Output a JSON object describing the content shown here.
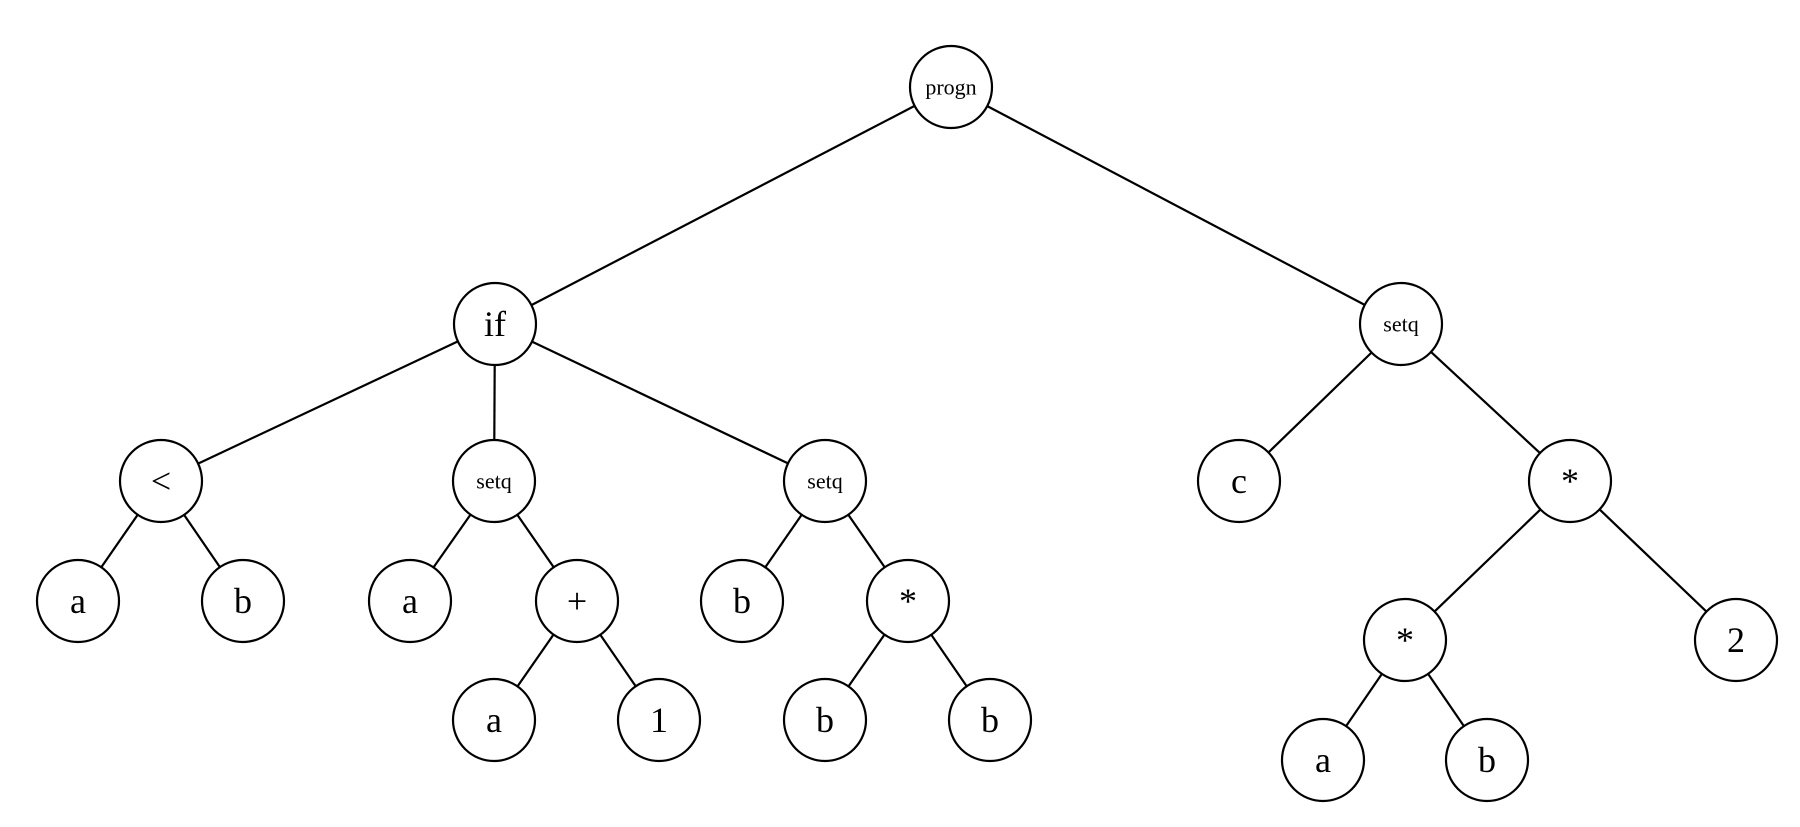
{
  "diagram": {
    "type": "expression-tree",
    "nodes": [
      {
        "id": "n0",
        "label": "progn",
        "parent": null
      },
      {
        "id": "n1",
        "label": "if",
        "parent": "n0"
      },
      {
        "id": "n2",
        "label": "setq",
        "parent": "n0"
      },
      {
        "id": "n3",
        "label": "<",
        "parent": "n1"
      },
      {
        "id": "n4",
        "label": "setq",
        "parent": "n1"
      },
      {
        "id": "n5",
        "label": "setq",
        "parent": "n1"
      },
      {
        "id": "n6",
        "label": "a",
        "parent": "n3"
      },
      {
        "id": "n7",
        "label": "b",
        "parent": "n3"
      },
      {
        "id": "n8",
        "label": "a",
        "parent": "n4"
      },
      {
        "id": "n9",
        "label": "+",
        "parent": "n4"
      },
      {
        "id": "n10",
        "label": "a",
        "parent": "n9"
      },
      {
        "id": "n11",
        "label": "1",
        "parent": "n9"
      },
      {
        "id": "n12",
        "label": "b",
        "parent": "n5"
      },
      {
        "id": "n13",
        "label": "*",
        "parent": "n5"
      },
      {
        "id": "n14",
        "label": "b",
        "parent": "n13"
      },
      {
        "id": "n15",
        "label": "b",
        "parent": "n13"
      },
      {
        "id": "n16",
        "label": "c",
        "parent": "n2"
      },
      {
        "id": "n17",
        "label": "*",
        "parent": "n2"
      },
      {
        "id": "n18",
        "label": "*",
        "parent": "n17"
      },
      {
        "id": "n19",
        "label": "2",
        "parent": "n17"
      },
      {
        "id": "n20",
        "label": "a",
        "parent": "n18"
      },
      {
        "id": "n21",
        "label": "b",
        "parent": "n18"
      }
    ]
  }
}
